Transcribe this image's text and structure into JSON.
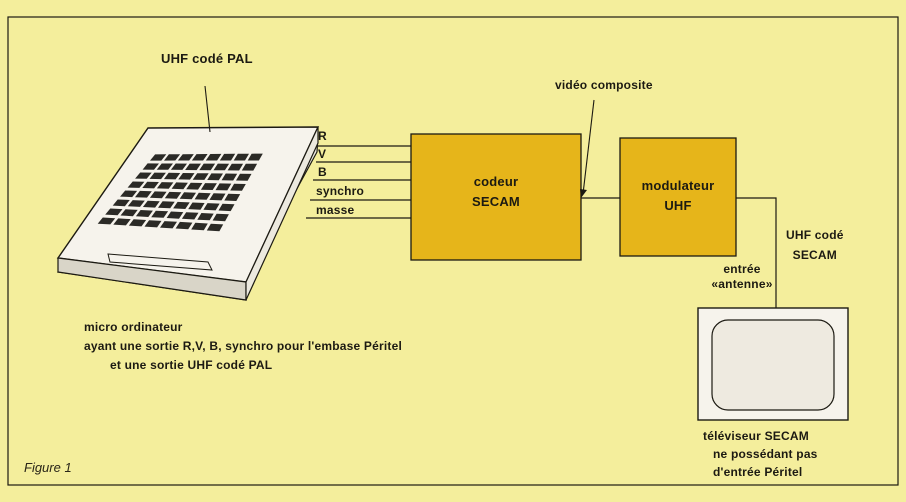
{
  "figure_label": "Figure 1",
  "computer": {
    "top_label": "UHF codé PAL",
    "signals": [
      "R",
      "V",
      "B",
      "synchro",
      "masse"
    ],
    "caption": [
      "micro ordinateur",
      "ayant une sortie R,V, B, synchro pour l'embase Péritel",
      "et une sortie UHF codé PAL"
    ]
  },
  "encoder": {
    "line1": "codeur",
    "line2": "SECAM"
  },
  "composite_label": "vidéo composite",
  "modulator": {
    "line1": "modulateur",
    "line2": "UHF"
  },
  "uhf_secam": {
    "line1": "UHF codé",
    "line2": "SECAM"
  },
  "antenna_input": {
    "line1": "entrée",
    "line2": "«antenne»"
  },
  "tv": {
    "caption": [
      "téléviseur SECAM",
      "ne possédant pas",
      "d'entrée Péritel"
    ]
  },
  "colors": {
    "background": "#f4ee9c",
    "box_fill": "#e6b51a",
    "frame": "#1c1a12",
    "device": "#f6f3ec"
  }
}
